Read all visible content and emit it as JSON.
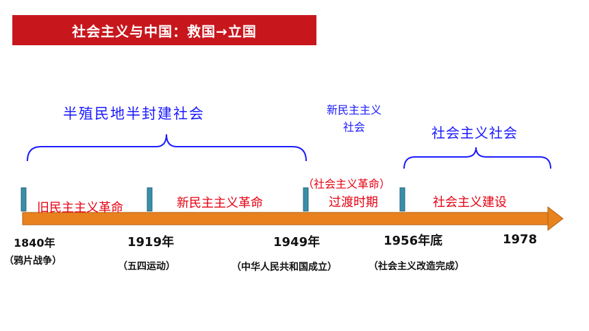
{
  "title": "社会主义与中国：救国→立国",
  "eras": {
    "semi_colonial": "半殖民地半封建社会",
    "new_democratic_line1": "新民主主义",
    "new_democratic_line2": "社会",
    "socialist": "社会主义社会"
  },
  "stages": {
    "old_democratic_revolution": "旧民主主义革命",
    "new_democratic_revolution": "新民主主义革命",
    "socialist_revolution": "（社会主义革命）",
    "transition_period": "过渡时期",
    "socialist_construction": "社会主义建设"
  },
  "timeline": {
    "years": [
      "1840年",
      "1919年",
      "1949年",
      "1956年底",
      "1978"
    ],
    "notes": [
      "（鸦片战争）",
      "（五四运动）",
      "（中华人民共和国成立）",
      "（社会主义改造完成）"
    ]
  },
  "colors": {
    "title_bg": "#c8161d",
    "arrow": "#e8821e",
    "marker": "#3a8fa8",
    "era_text": "#1a1aff",
    "stage_text": "#e60012"
  }
}
